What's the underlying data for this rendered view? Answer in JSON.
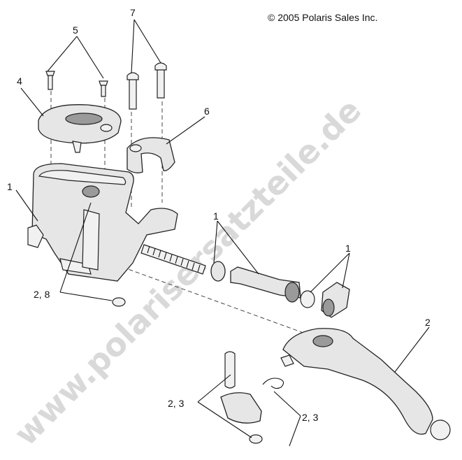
{
  "copyright": "© 2005 Polaris Sales Inc.",
  "watermark": "www.polarisersatzteile.de",
  "callouts": {
    "c5": "5",
    "c7": "7",
    "c4": "4",
    "c6": "6",
    "c1_left": "1",
    "c1_center": "1",
    "c1_right": "1",
    "c2_8": "2, 8",
    "c2": "2",
    "c2_3_left": "2, 3",
    "c2_3_right": "2, 3"
  }
}
